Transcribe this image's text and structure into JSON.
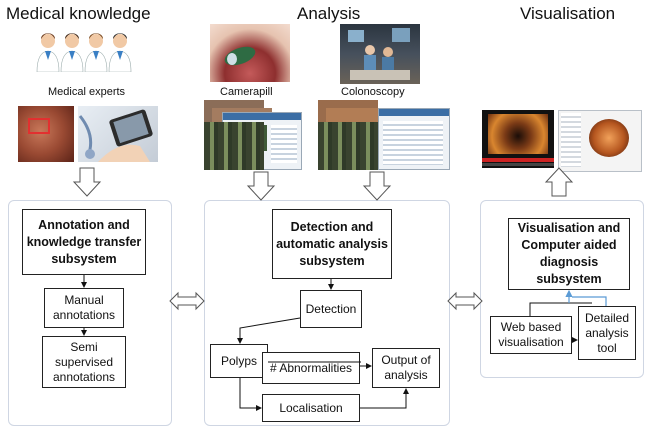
{
  "headers": {
    "medical_knowledge": "Medical knowledge",
    "analysis": "Analysis",
    "visualisation": "Visualisation"
  },
  "image_labels": {
    "medical_experts": "Medical experts",
    "camerapill": "Camerapill",
    "colonoscopy": "Colonoscopy"
  },
  "left_panel": {
    "main": "Annotation and\nknowledge transfer\nsubsystem",
    "manual": "Manual\nannotations",
    "semi": "Semi\nsupervised\nannotations"
  },
  "middle_panel": {
    "main": "Detection and\nautomatic analysis\nsubsystem",
    "detection": "Detection",
    "polyps": "Polyps",
    "abnormalities": "# Abnormalities",
    "output": "Output of\nanalysis",
    "localisation": "Localisation"
  },
  "right_panel": {
    "main": "Visualisation and\nComputer aided\ndiagnosis\nsubsystem",
    "web": "Web based\nvisualisation",
    "detailed": "Detailed\nanalysis\ntool"
  },
  "colors": {
    "panel_border": "#cfd6e3",
    "box_border": "#222222",
    "feedback_arrow": "#5b9bd5",
    "doctor_blue": "#3a7fc4"
  }
}
